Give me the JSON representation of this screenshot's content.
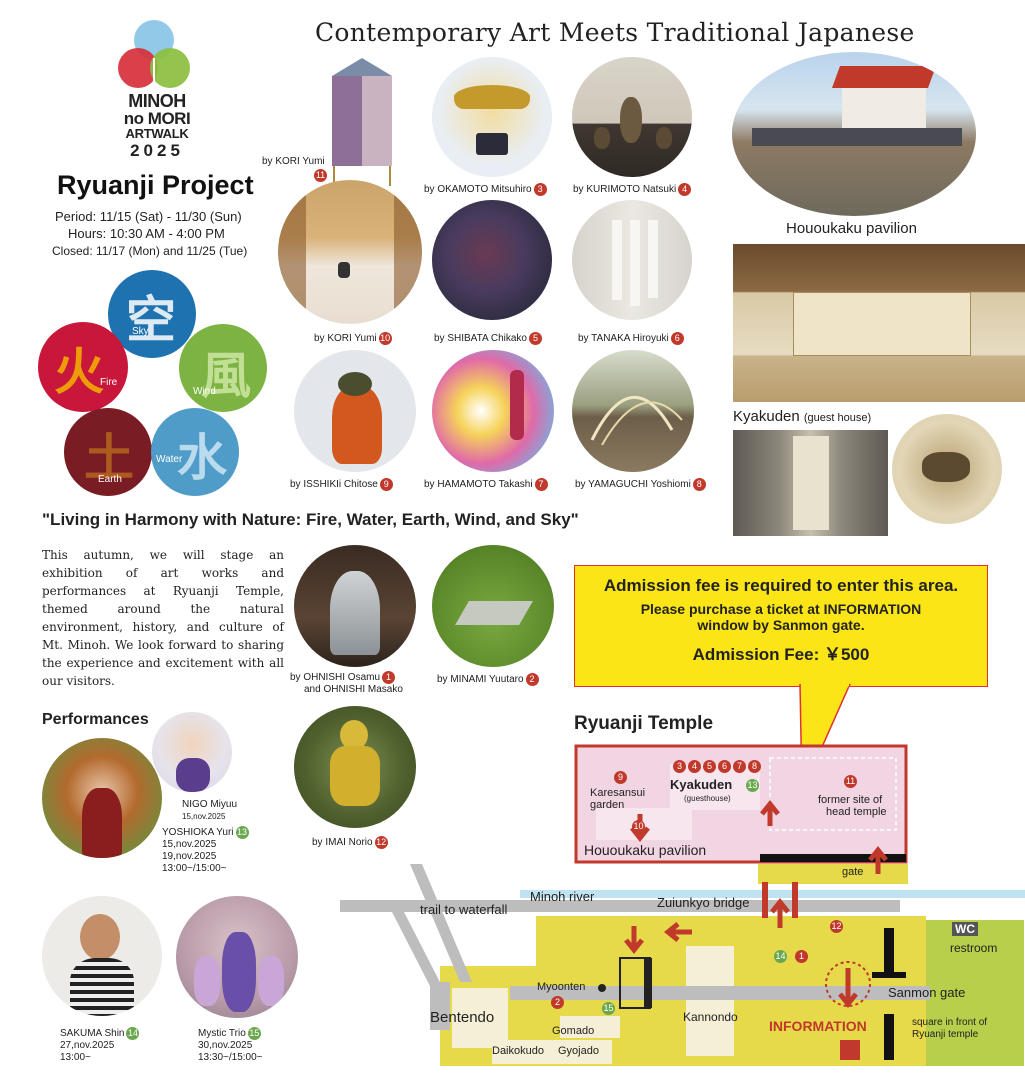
{
  "headline": "Contemporary Art Meets Traditional Japanese",
  "logo": {
    "line1": "MINOH",
    "line2": "no MORI",
    "line3": "ARTWALK",
    "line4": "2025"
  },
  "project": {
    "title": "Ryuanji Project",
    "period": "Period: 11/15 (Sat) - 11/30 (Sun)",
    "hours": "Hours: 10:30 AM - 4:00 PM",
    "closed": "Closed: 11/17 (Mon) and 11/25 (Tue)"
  },
  "elements": [
    {
      "kanji": "空",
      "label": "Sky",
      "color": "#1f72b0"
    },
    {
      "kanji": "火",
      "label": "Fire",
      "color": "#c8173a"
    },
    {
      "kanji": "風",
      "label": "Wind",
      "color": "#7cb342"
    },
    {
      "kanji": "土",
      "label": "Earth",
      "color": "#7a1c24"
    },
    {
      "kanji": "水",
      "label": "Water",
      "color": "#4f9cc8"
    }
  ],
  "artists": [
    {
      "name": "by KORI Yumi",
      "num": "11"
    },
    {
      "name": "by OKAMOTO Mitsuhiro",
      "num": "3"
    },
    {
      "name": "by KURIMOTO Natsuki",
      "num": "4"
    },
    {
      "name": "by KORI Yumi",
      "num": "10"
    },
    {
      "name": "by SHIBATA Chikako",
      "num": "5"
    },
    {
      "name": "by TANAKA Hiroyuki",
      "num": "6"
    },
    {
      "name": "by ISSHIKIi Chitose",
      "num": "9"
    },
    {
      "name": "by HAMAMOTO Takashi",
      "num": "7"
    },
    {
      "name": "by YAMAGUCHI Yoshiomi",
      "num": "8"
    },
    {
      "name": "by OHNISHI Osamu",
      "name2": "and OHNISHI Masako",
      "num": "1"
    },
    {
      "name": "by MINAMI Yuutaro",
      "num": "2"
    },
    {
      "name": "by IMAI Norio",
      "num": "12"
    }
  ],
  "photos": {
    "pavilion": "Hououkaku pavilion",
    "kyakuden": "Kyakuden",
    "kyakuden_sub": "(guest house)"
  },
  "quote": "\"Living in Harmony with Nature: Fire, Water, Earth, Wind, and Sky\"",
  "description": "This autumn, we will stage an exhibition of art works and performances at Ryuanji Temple, themed around the natural environment, history, and culture of Mt. Minoh. We look forward to sharing the experience and excitement with all our visitors.",
  "performances": {
    "title": "Performances",
    "nigo": {
      "name": "NIGO Miyuu",
      "date": "15,nov.2025"
    },
    "yoshioka": {
      "name": "YOSHIOKA Yuri",
      "num": "13",
      "d1": "15,nov.2025",
      "d2": "19,nov.2025",
      "time": "13:00~/15:00~"
    },
    "sakuma": {
      "name": "SAKUMA Shin",
      "num": "14",
      "date": "27,nov.2025",
      "time": "13:00~"
    },
    "mystic": {
      "name": "Mystic Trio",
      "num": "15",
      "date": "30,nov.2025",
      "time": "13:30~/15:00~"
    }
  },
  "admission": {
    "line1": "Admission fee is required to enter this area.",
    "line2": "Please purchase a ticket at  INFORMATION",
    "line3": "window by Sanmon gate.",
    "line4": "Admission Fee: ￥500"
  },
  "map": {
    "title": "Ryuanji Temple",
    "nums_top": [
      "3",
      "4",
      "5",
      "6",
      "7",
      "8"
    ],
    "karesansui_num": "9",
    "karesansui": "Karesansui",
    "garden": "garden",
    "kyakuden": "Kyakuden",
    "kyakuden_sub": "(guesthouse)",
    "kyakuden_num": "13",
    "former_num": "11",
    "former1": "former site of",
    "former2": "head temple",
    "pavilion_num": "10",
    "pavilion": "Hououkaku pavilion",
    "gate": "gate",
    "river": "Minoh river",
    "trail": "trail to waterfall",
    "bridge": "Zuiunkyo bridge",
    "wc": "WC",
    "restroom": "restroom",
    "n12": "12",
    "n14": "14",
    "n1": "1",
    "n2": "2",
    "n15": "15",
    "myoonten": "Myoonten",
    "bentendo": "Bentendo",
    "gomado": "Gomado",
    "daikokudo": "Daikokudo",
    "gyojado": "Gyojado",
    "kannondo": "Kannondo",
    "information": "INFORMATION",
    "sanmon": "Sanmon gate",
    "square1": "square in front of",
    "square2": "Ryuanji temple"
  }
}
